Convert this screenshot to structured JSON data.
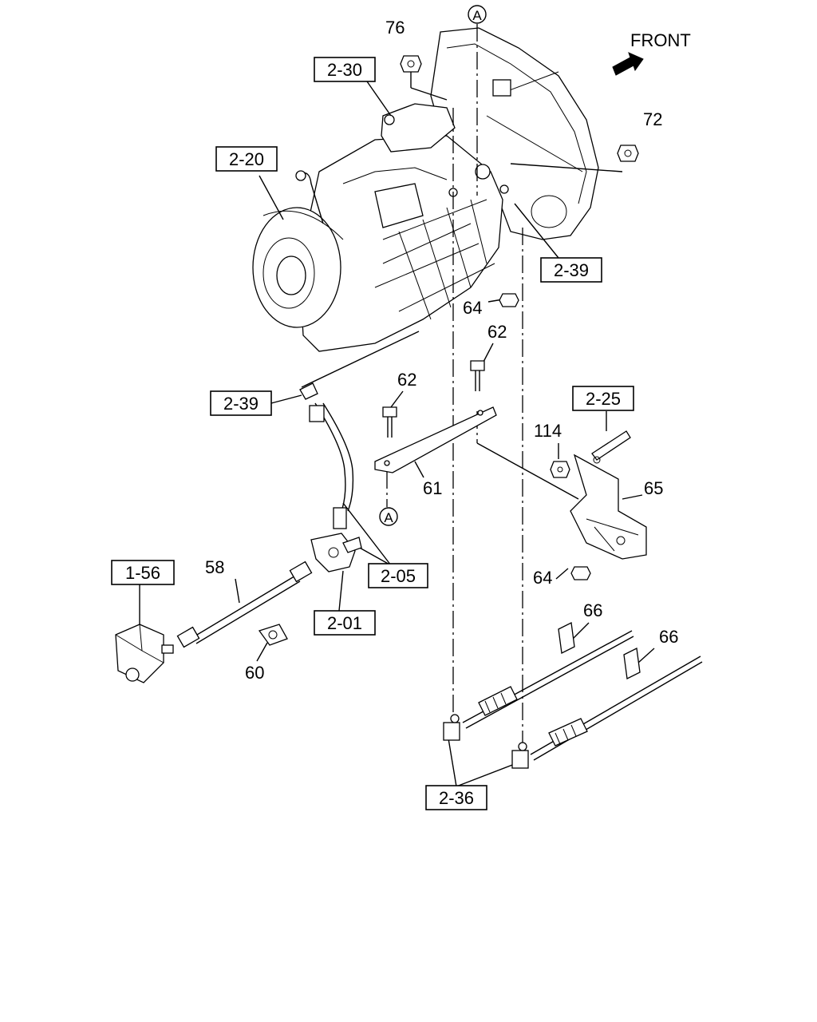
{
  "orientation": {
    "label": "FRONT",
    "icon": "front-arrow-icon"
  },
  "reference_marks": [
    "A",
    "A"
  ],
  "callouts": {
    "c_76": "76",
    "c_72": "72",
    "c_64a": "64",
    "c_64b": "64",
    "c_62a": "62",
    "c_62b": "62",
    "c_61": "61",
    "c_114": "114",
    "c_65": "65",
    "c_58": "58",
    "c_60": "60",
    "c_66a": "66",
    "c_66b": "66"
  },
  "references": {
    "r_230": "2-30",
    "r_220": "2-20",
    "r_239a": "2-39",
    "r_239b": "2-39",
    "r_225": "2-25",
    "r_156": "1-56",
    "r_205": "2-05",
    "r_201": "2-01",
    "r_236": "2-36"
  },
  "colors": {
    "line": "#000000",
    "background": "#ffffff"
  }
}
